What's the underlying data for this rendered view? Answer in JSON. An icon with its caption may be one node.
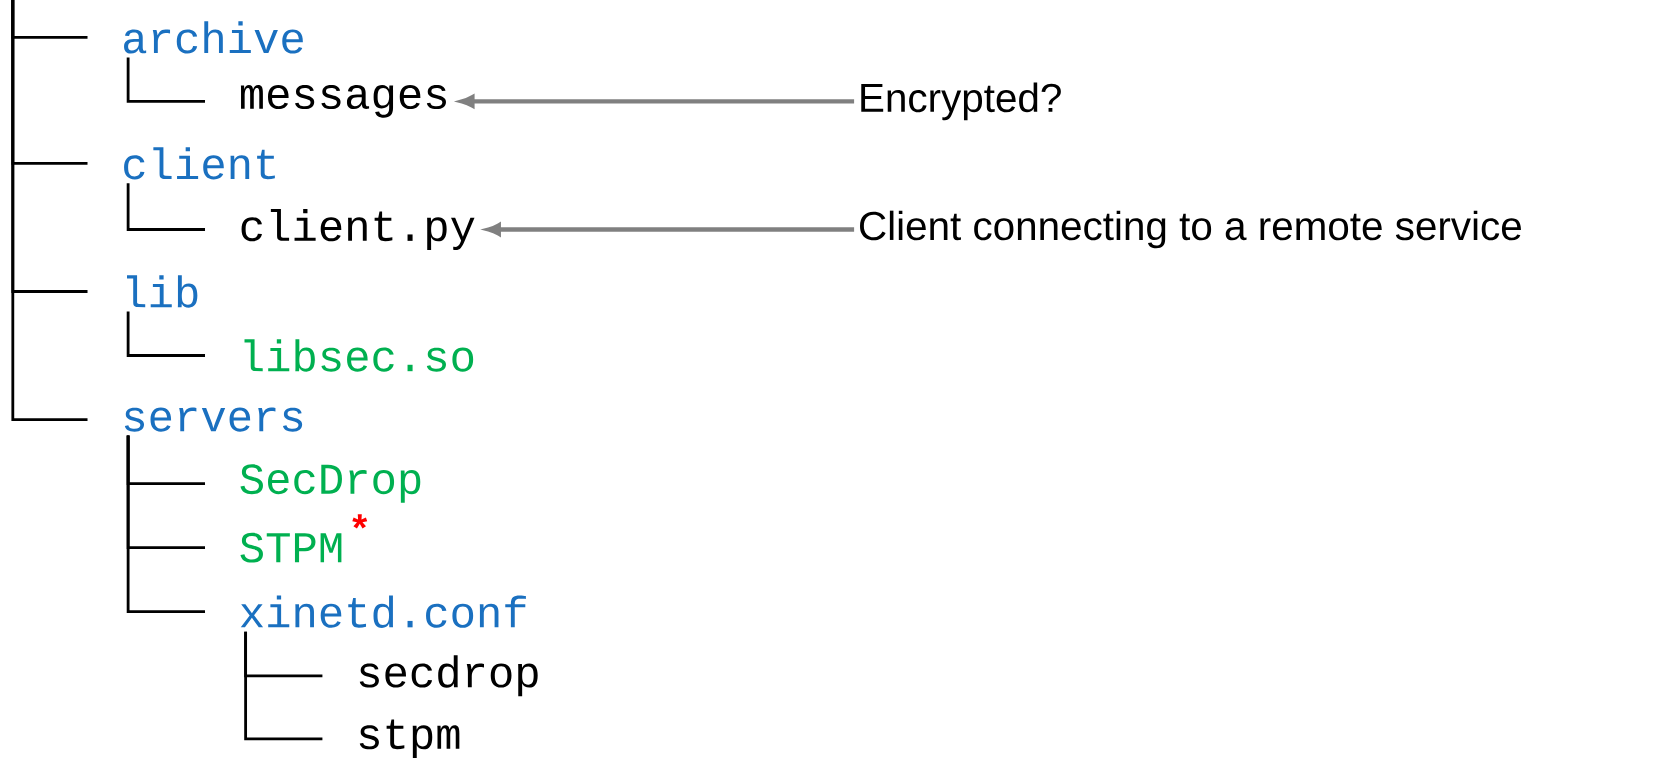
{
  "diagram": {
    "nodes": [
      {
        "text": [
          "archive"
        ]
      },
      {
        "text": [
          "messages"
        ]
      },
      {
        "text": [
          "client"
        ]
      },
      {
        "text": [
          "client.py"
        ]
      },
      {
        "text": [
          "lib"
        ]
      },
      {
        "text": [
          "libsec.so"
        ]
      },
      {
        "text": [
          "servers"
        ]
      },
      {
        "text": [
          "SecDrop"
        ]
      },
      {
        "text": [
          "STPM"
        ],
        "beside": [
          "*"
        ]
      },
      {
        "text": [
          "xinetd.conf"
        ]
      },
      {
        "text": [
          "secdrop"
        ]
      },
      {
        "text": [
          "stpm"
        ]
      },
      {
        "text": [
          "Encrypted?"
        ]
      },
      {
        "text": [
          "Client connecting to a remote service"
        ]
      }
    ],
    "edges": [
      {
        "from": null,
        "to": 0,
        "arrow": "none"
      },
      {
        "from": null,
        "to": 2,
        "arrow": "none"
      },
      {
        "from": null,
        "to": 4,
        "arrow": "none"
      },
      {
        "from": null,
        "to": 6,
        "arrow": "none"
      },
      {
        "from": 0,
        "to": 1,
        "arrow": "none"
      },
      {
        "from": 2,
        "to": 3,
        "arrow": "none"
      },
      {
        "from": 4,
        "to": 5,
        "arrow": "none"
      },
      {
        "from": 6,
        "to": 7,
        "arrow": "none"
      },
      {
        "from": 6,
        "to": 8,
        "arrow": "none"
      },
      {
        "from": 6,
        "to": 9,
        "arrow": "none"
      },
      {
        "from": 9,
        "to": 10,
        "arrow": "none"
      },
      {
        "from": 9,
        "to": 11,
        "arrow": "none"
      },
      {
        "from": 12,
        "to": 1,
        "arrow": "to",
        "color": "#808080"
      },
      {
        "from": 13,
        "to": 3,
        "arrow": "to",
        "color": "#808080"
      }
    ]
  }
}
